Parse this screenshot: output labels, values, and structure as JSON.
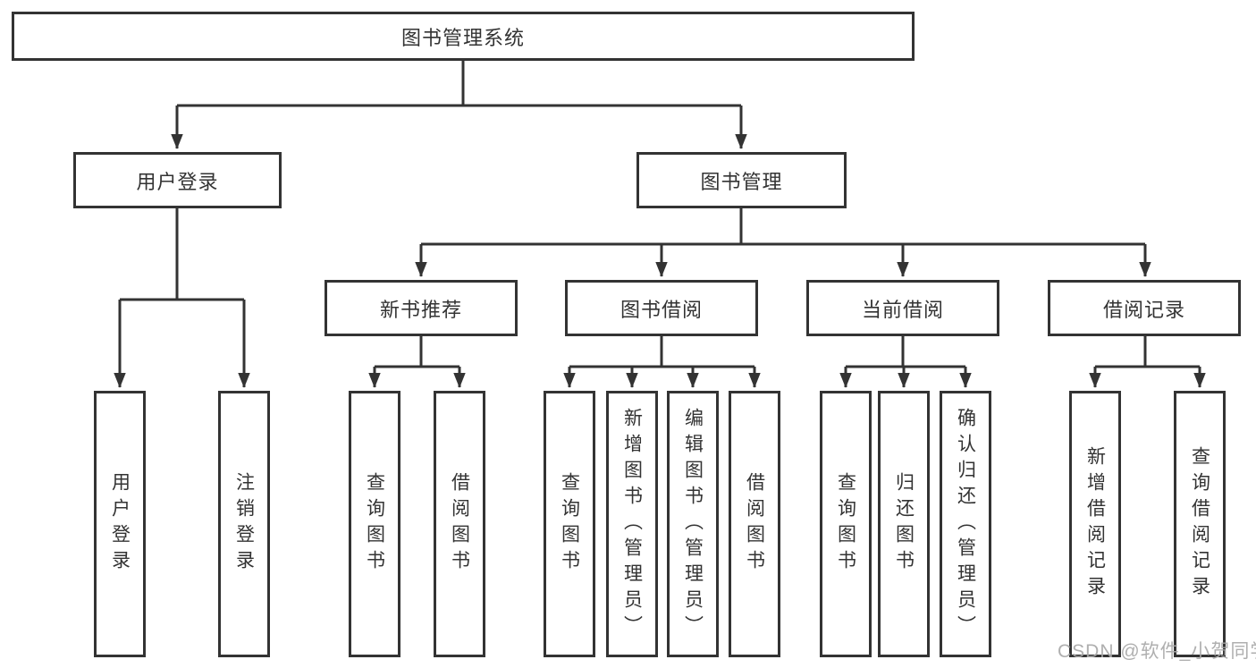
{
  "page": {
    "background": "#ffffff"
  },
  "diagram": {
    "type": "tree",
    "line_color": "#333333",
    "box_border_color": "#333333",
    "text_color": "#333333",
    "root": {
      "label": "图书管理系统"
    },
    "user_login": {
      "label": "用户登录",
      "children": [
        {
          "label": "用户登录"
        },
        {
          "label": "注销登录"
        }
      ]
    },
    "book_mgmt": {
      "label": "图书管理",
      "groups": [
        {
          "label": "新书推荐",
          "children": [
            {
              "label": "查询图书"
            },
            {
              "label": "借阅图书"
            }
          ]
        },
        {
          "label": "图书借阅",
          "children": [
            {
              "label": "查询图书"
            },
            {
              "label": "新增图书（管理员）"
            },
            {
              "label": "编辑图书（管理员）"
            },
            {
              "label": "借阅图书"
            }
          ]
        },
        {
          "label": "当前借阅",
          "children": [
            {
              "label": "查询图书"
            },
            {
              "label": "归还图书"
            },
            {
              "label": "确认归还（管理员）"
            }
          ]
        },
        {
          "label": "借阅记录",
          "children": [
            {
              "label": "新增借阅记录"
            },
            {
              "label": "查询借阅记录"
            }
          ]
        }
      ]
    }
  },
  "watermark": {
    "text": "CSDN @软件_小贺同学",
    "color": "#aaaaaa"
  }
}
